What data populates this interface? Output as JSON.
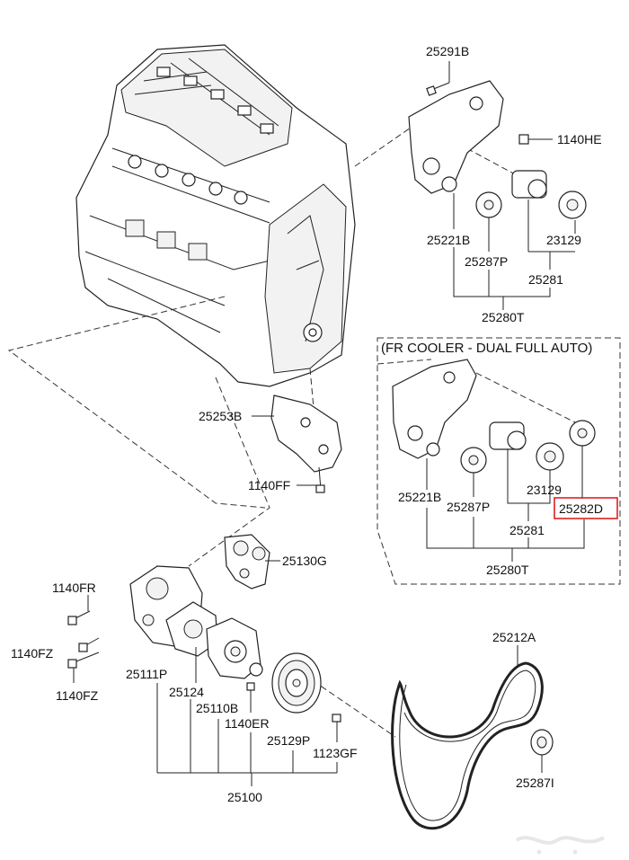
{
  "variant_header": "(FR COOLER - DUAL FULL AUTO)",
  "highlight_color": "#e02020",
  "labels": {
    "p25291B": "25291B",
    "p1140HE": "1140HE",
    "p25221B_top": "25221B",
    "p23129_top": "23129",
    "p25287P_top": "25287P",
    "p25281_top": "25281",
    "p25280T_top": "25280T",
    "p25253B": "25253B",
    "p1140FF": "1140FF",
    "p25221B_box": "25221B",
    "p25287P_box": "25287P",
    "p23129_box": "23129",
    "p25282D": "25282D",
    "p25281_box": "25281",
    "p25280T_box": "25280T",
    "p25130G": "25130G",
    "p1140FR": "1140FR",
    "p1140FZ_a": "1140FZ",
    "p1140FZ_b": "1140FZ",
    "p25111P": "25111P",
    "p25124": "25124",
    "p25110B": "25110B",
    "p1140ER": "1140ER",
    "p25129P": "25129P",
    "p1123GF": "1123GF",
    "p25100": "25100",
    "p25212A": "25212A",
    "p25287I": "25287I"
  }
}
